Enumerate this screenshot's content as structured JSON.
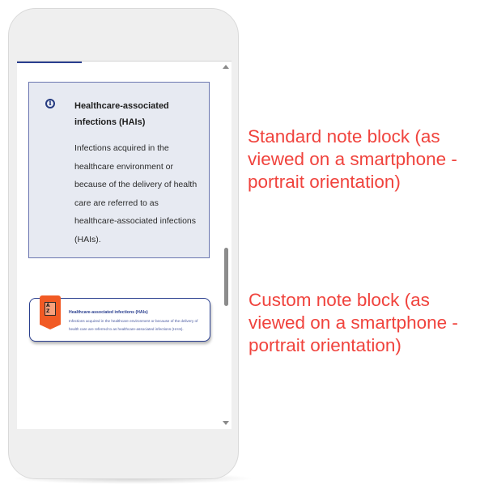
{
  "standard_note": {
    "title": "Healthcare-associated infections (HAIs)",
    "body": "Infections acquired in the healthcare environment or because of the delivery of health care are referred to as healthcare-associated infections (HAIs).",
    "icon": "info-icon"
  },
  "custom_note": {
    "title": "Healthcare-associated infections (HAIs)",
    "body": "Infections acquired in the healthcare environment or because of the delivery of health care are referred to as healthcare-associated infections (HAIs).",
    "icon": "a-z-glossary-icon",
    "badge_color": "#f15a24",
    "border_color": "#2a3f8f"
  },
  "captions": {
    "standard": "Standard note block (as viewed on a smartphone - portrait orientation)",
    "custom": "Custom note block (as viewed on a smartphone - portrait orientation)"
  },
  "colors": {
    "caption": "#f0433d",
    "note_bg": "#e7eaf2",
    "accent": "#2a3f8f"
  }
}
